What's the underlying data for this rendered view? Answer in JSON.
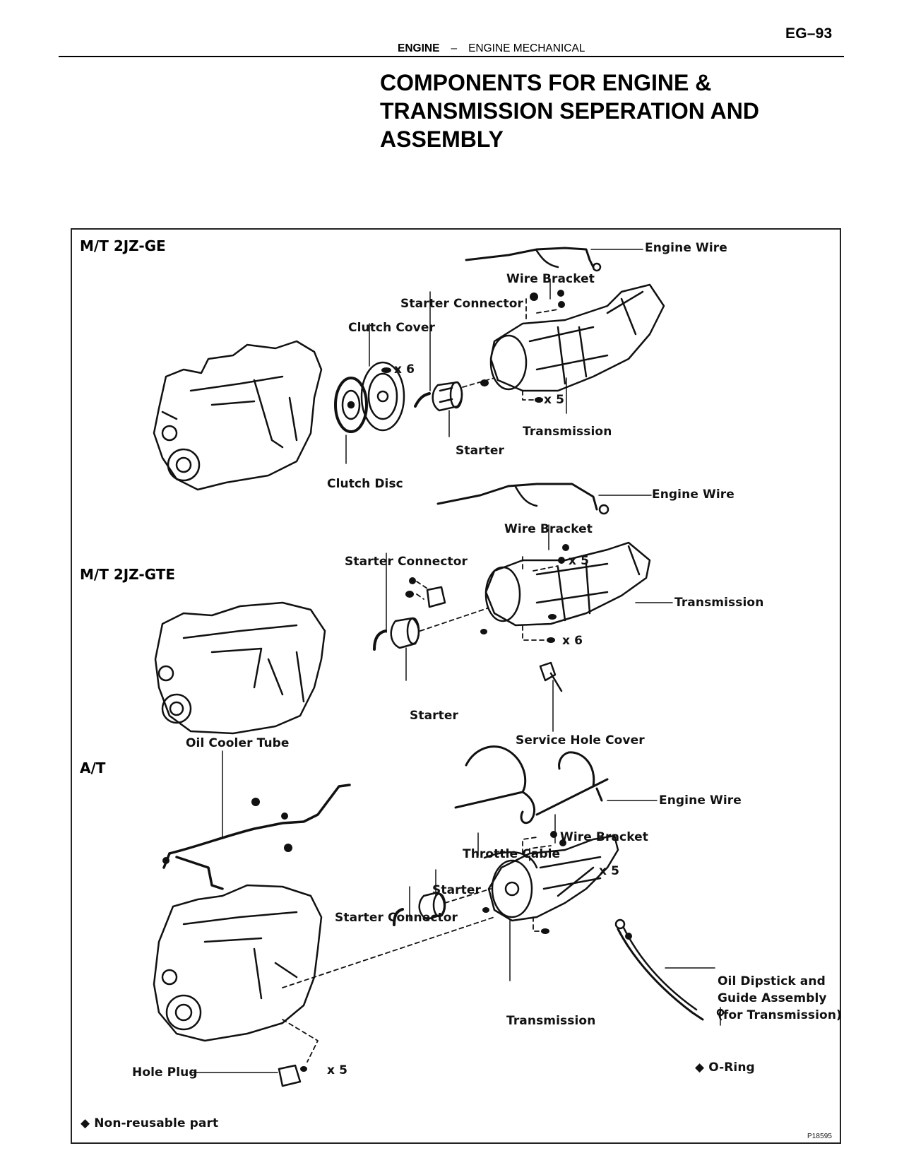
{
  "page": {
    "page_number": "EG–93",
    "header": {
      "section": "ENGINE",
      "separator": "–",
      "subsection": "ENGINE MECHANICAL"
    },
    "title_lines": [
      "COMPONENTS FOR ENGINE &",
      "TRANSMISSION SEPERATION AND",
      "ASSEMBLY"
    ]
  },
  "diagram": {
    "sections": {
      "mt_2jzge": {
        "heading": "M/T  2JZ-GE",
        "labels": {
          "engine_wire": "Engine Wire",
          "wire_bracket": "Wire Bracket",
          "starter_connector": "Starter Connector",
          "clutch_cover": "Clutch Cover",
          "clutch_cover_bolts": "x 6",
          "transmission_bolts": "x 5",
          "transmission": "Transmission",
          "starter": "Starter",
          "clutch_disc": "Clutch Disc"
        }
      },
      "mt_2jzgte": {
        "heading": "M/T  2JZ-GTE",
        "labels": {
          "engine_wire": "Engine Wire",
          "wire_bracket": "Wire Bracket",
          "wire_bracket_bolts": "x 5",
          "starter_connector": "Starter Connector",
          "transmission": "Transmission",
          "transmission_bolts": "x 6",
          "starter": "Starter",
          "service_hole_cover": "Service Hole Cover"
        }
      },
      "at": {
        "heading": "A/T",
        "labels": {
          "oil_cooler_tube": "Oil Cooler Tube",
          "engine_wire": "Engine Wire",
          "wire_bracket": "Wire Bracket",
          "wire_bracket_bolts": "x 5",
          "throttle_cable": "Throttle Cable",
          "starter": "Starter",
          "starter_connector": "Starter Connector",
          "oil_dipstick_line1": "Oil Dipstick and",
          "oil_dipstick_line2": "Guide Assembly",
          "oil_dipstick_line3": "(for Transmission)",
          "transmission": "Transmission",
          "hole_plug": "Hole Plug",
          "engine_bolts": "x 5",
          "o_ring": "O-Ring"
        }
      }
    },
    "legend": {
      "symbol": "◆",
      "text": "Non-reusable part"
    },
    "o_ring_symbol": "◆",
    "figure_code": "P18595"
  }
}
